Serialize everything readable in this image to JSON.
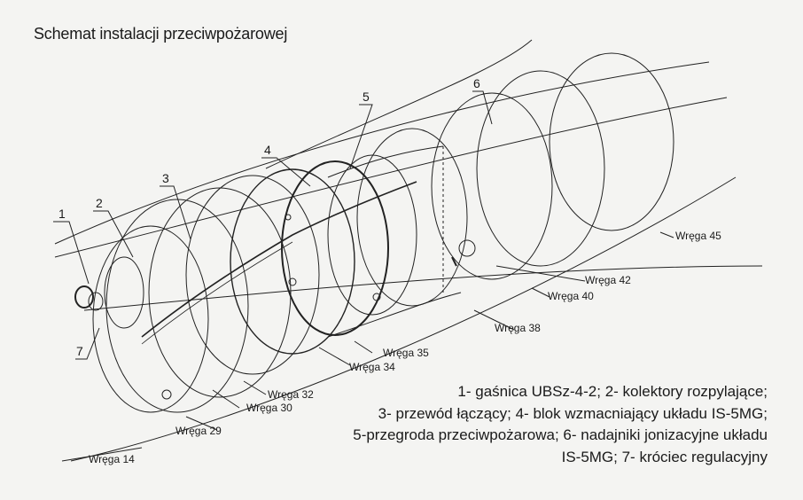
{
  "title": "Schemat instalacji przeciwpożarowej",
  "callouts": [
    "1",
    "2",
    "3",
    "4",
    "5",
    "6",
    "7"
  ],
  "frames": {
    "w14": "Wręga 14",
    "w29": "Wręga 29",
    "w30": "Wręga 30",
    "w32": "Wręga 32",
    "w34": "Wręga 34",
    "w35": "Wręga 35",
    "w38": "Wręga 38",
    "w40": "Wręga 40",
    "w42": "Wręga 42",
    "w45": "Wręga 45"
  },
  "legend": [
    "1- gaśnica UBSz-4-2; 2- kolektory rozpylające;",
    "3- przewód łączący; 4- blok wzmacniający układu IS-5MG;",
    "5-przegroda przeciwpożarowa; 6- nadajniki jonizacyjne układu",
    "IS-5MG; 7- króciec regulacyjny"
  ]
}
